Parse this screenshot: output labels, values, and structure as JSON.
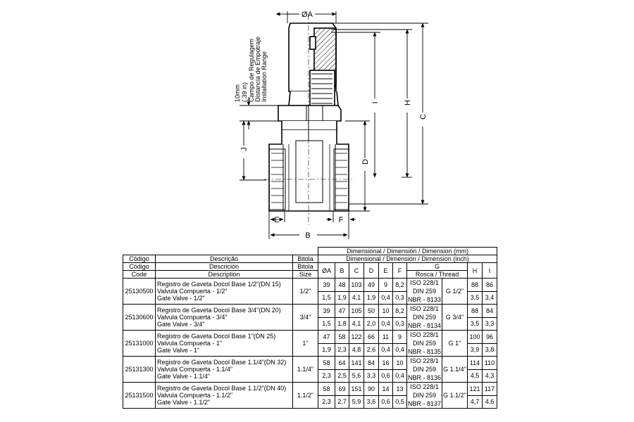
{
  "drawing": {
    "dimension_labels": {
      "oA": "ØA",
      "B": "B",
      "C": "C",
      "D": "D",
      "E": "E",
      "F": "F",
      "H": "H",
      "I": "I",
      "J": "J"
    },
    "range_label": "10mm",
    "range_label_inch": "(.39 in)",
    "range_captions": [
      "Campo de Regulagem",
      "Distancia de Empotraje",
      "Installation Range"
    ]
  },
  "table": {
    "header": {
      "codigo": [
        "Código",
        "Código",
        "Code"
      ],
      "descricao": [
        "Descrição",
        "Descrición",
        "Description"
      ],
      "bitola": [
        "Bitola",
        "Bitola",
        "Size"
      ],
      "dim_mm": "Dimensional / Dimensión / Dimension (mm)",
      "dim_inch": "Dimensional / Dimensión / Dimension (inch)",
      "cols": [
        "ØA",
        "B",
        "C",
        "D",
        "E",
        "F"
      ],
      "g": "G",
      "rosca": "Rosca / Thread",
      "h": "H",
      "i": "I"
    },
    "rows": [
      {
        "code": "25130500",
        "desc": [
          "Registro de Gaveta Docol Base 1/2\"(DN 15)",
          "Valvula Compuerta - 1/2\"",
          "Gate Valve - 1/2\""
        ],
        "size": "1/2\"",
        "mm": [
          "39",
          "48",
          "103",
          "49",
          "9",
          "8,2"
        ],
        "inch": [
          "1,5",
          "1,9",
          "4,1",
          "1,9",
          "0,4",
          "0,3"
        ],
        "g_std": [
          "ISO 228/1",
          "DIN 259",
          "NBR - 8133"
        ],
        "g": "G 1/2\"",
        "h_mm": "88",
        "i_mm": "86",
        "h_in": "3,5",
        "i_in": "3,4"
      },
      {
        "code": "25130600",
        "desc": [
          "Registro de Gaveta Docol Base 3/4\"(DN 20)",
          "Valvula Compuerta - 3/4\"",
          "Gate Valve - 3/4\""
        ],
        "size": "3/4\"",
        "mm": [
          "39",
          "47",
          "105",
          "50",
          "10",
          "8,2"
        ],
        "inch": [
          "1,5",
          "1,8",
          "4,1",
          "2,0",
          "0,4",
          "0,3"
        ],
        "g_std": [
          "ISO 228/1",
          "DIN 259",
          "NBR - 8134"
        ],
        "g": "G 3/4\"",
        "h_mm": "88",
        "i_mm": "84",
        "h_in": "3,5",
        "i_in": "3,3"
      },
      {
        "code": "25131000",
        "desc": [
          "Registro de Gaveta Docol Base 1\"(DN 25)",
          "Valvula Compuerta - 1\"",
          "Gate Valve - 1\""
        ],
        "size": "1\"",
        "mm": [
          "47",
          "58",
          "122",
          "66",
          "11",
          "9"
        ],
        "inch": [
          "1,9",
          "2,3",
          "4,8",
          "2,6",
          "0,4",
          "0,4"
        ],
        "g_std": [
          "ISO 228/1",
          "DIN 259",
          "NBR - 8135"
        ],
        "g": "G 1\"",
        "h_mm": "100",
        "i_mm": "96",
        "h_in": "3,9",
        "i_in": "3,8"
      },
      {
        "code": "25131300",
        "desc": [
          "Registro de Gaveta Docol Base 1.1/4\"(DN 32)",
          "Valvula Compuerta - 1.1/4\"",
          "Gate Valve - 1.1/4\""
        ],
        "size": "1.1/4\"",
        "mm": [
          "58",
          "64",
          "141",
          "84",
          "16",
          "10"
        ],
        "inch": [
          "2,3",
          "2,5",
          "5,6",
          "3,3",
          "0,6",
          "0,4"
        ],
        "g_std": [
          "ISO 228/1",
          "DIN 259",
          "NBR - 8136"
        ],
        "g": "G 1.1/4\"",
        "h_mm": "114",
        "i_mm": "110",
        "h_in": "4,5",
        "i_in": "4,3"
      },
      {
        "code": "25131500",
        "desc": [
          "Registro de Gaveta Docol Base 1.1/2\"(DN 40)",
          "Valvula Compuerta - 1.1/2\"",
          "Gate Valve - 1.1/2\""
        ],
        "size": "1.1/2\"",
        "mm": [
          "58",
          "69",
          "151",
          "90",
          "14",
          "13"
        ],
        "inch": [
          "2,3",
          "2,7",
          "5,9",
          "3,6",
          "0,6",
          "0,5"
        ],
        "g_std": [
          "ISO 228/1",
          "DIN 259",
          "NBR - 8137"
        ],
        "g": "G 1.1/2\"",
        "h_mm": "121",
        "i_mm": "117",
        "h_in": "4,7",
        "i_in": "4,6"
      }
    ]
  }
}
